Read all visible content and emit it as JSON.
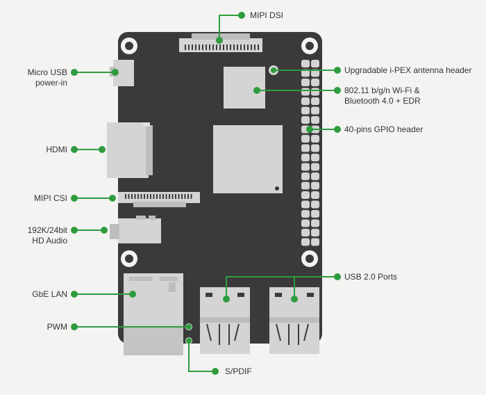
{
  "colors": {
    "background": "#f3f3f1",
    "board": "#3a3a3a",
    "component": "#d4d4d4",
    "component_dark": "#bdbdbd",
    "leader": "#2e9c3e",
    "text": "#333333"
  },
  "labels": {
    "mipi_dsi": "MIPI DSI",
    "micro_usb": "Micro USB\npower-in",
    "hdmi": "HDMI",
    "mipi_csi": "MIPI CSI",
    "audio": "192K/24bit\nHD Audio",
    "gbe_lan": "GbE LAN",
    "pwm": "PWM",
    "spdif": "S/PDIF",
    "ipex": "Upgradable i-PEX antenna header",
    "wifi_bt": "802.11 b/g/n Wi-Fi &\nBluetooth 4.0 + EDR",
    "gpio": "40-pins GPIO header",
    "usb": "USB 2.0 Ports"
  }
}
